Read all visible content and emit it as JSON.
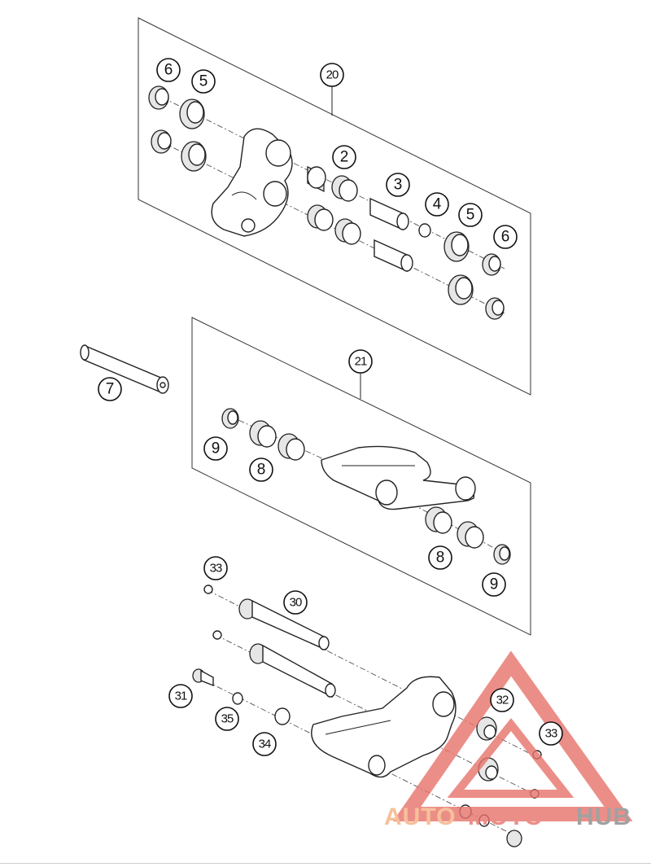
{
  "callouts": {
    "c20": "20",
    "c6a": "6",
    "c5a": "5",
    "c2": "2",
    "c3": "3",
    "c4": "4",
    "c5b": "5",
    "c6b": "6",
    "c21": "21",
    "c7": "7",
    "c9a": "9",
    "c8a": "8",
    "c8b": "8",
    "c9b": "9",
    "c33a": "33",
    "c30": "30",
    "c31": "31",
    "c35": "35",
    "c34": "34",
    "c32": "32",
    "c33b": "33"
  },
  "watermark": {
    "word_left": "AUTO",
    "word_mid": "MOTO",
    "word_right": "HUB",
    "color_orange": "#f4b183",
    "color_red": "#e8736b",
    "color_grey": "#8a8a8a"
  }
}
